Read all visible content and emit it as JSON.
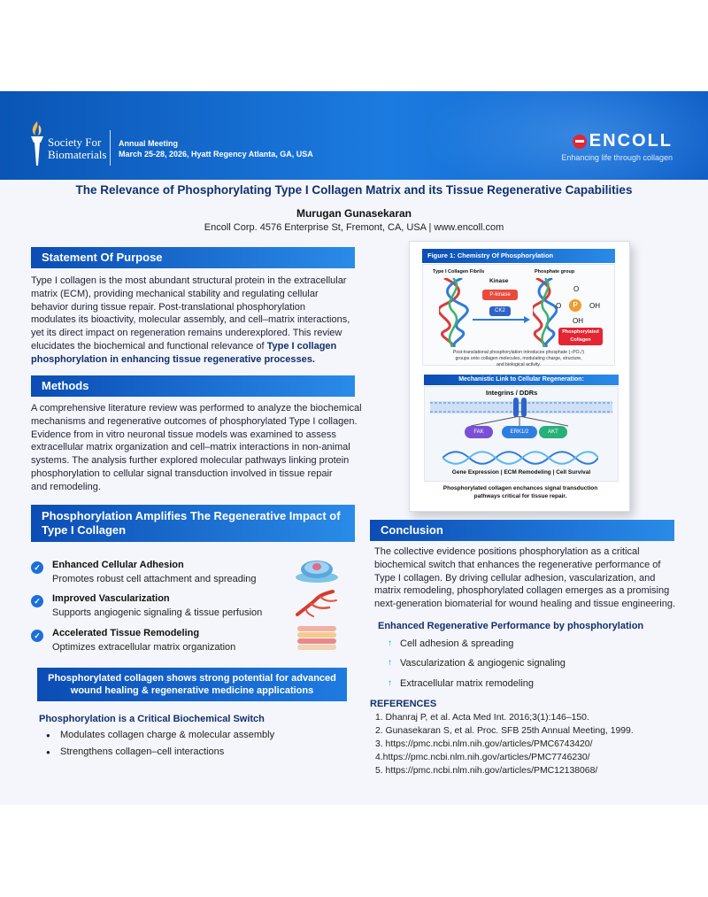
{
  "header": {
    "society_name_line1": "Society For",
    "society_name_line2": "Biomaterials",
    "meeting_title": "Annual Meeting",
    "meeting_details": "March 25-28, 2026, Hyatt Regency Atlanta, GA, USA",
    "encoll_logo": "ENCOLL",
    "encoll_tagline": "Enhancing life through collagen"
  },
  "title": "The Relevance of Phosphorylating Type I Collagen Matrix  and its Tissue Regenerative Capabilities",
  "author": "Murugan Gunasekaran",
  "affiliation": "Encoll Corp. 4576 Enterprise St, Fremont, CA, USA | www.encoll.com",
  "purpose": {
    "heading": "Statement Of Purpose",
    "lines": [
      "Type I collagen is the most abundant structural protein in the extracellular",
      "matrix (ECM), providing mechanical stability and regulating cellular",
      "behavior during tissue repair. Post-translational phosphorylation",
      "modulates its bioactivity, molecular assembly, and cell–matrix interactions,",
      "yet its direct  impact on regeneration remains underexplored. This review",
      "elucidates the biochemical and functional relevance of "
    ],
    "highlight_a": "Type I collagen",
    "highlight_b": "phosphorylation in enhancing tissue regenerative processes."
  },
  "methods": {
    "heading": "Methods",
    "lines": [
      "A comprehensive literature review was performed to analyze the  biochemical",
      "mechanisms and regenerative outcomes of phosphorylated  Type I collagen.",
      "Evidence from in vitro neuronal tissue models was examined to assess",
      "extracellular matrix organization and cell–matrix interactions in non-animal",
      "systems. The analysis further explored molecular pathways linking protein",
      "phosphorylation to cellular signal transduction involved in tissue repair",
      "and remodeling."
    ]
  },
  "amplifies": {
    "heading_line1": "Phosphorylation Amplifies The Regenerative Impact of",
    "heading_line2": "Type I Collagen",
    "features": [
      {
        "title": "Enhanced Cellular Adhesion",
        "desc": "Promotes robust cell attachment  and spreading"
      },
      {
        "title": "Improved Vascularization",
        "desc": "Supports angiogenic signaling & tissue perfusion"
      },
      {
        "title": "Accelerated Tissue Remodeling",
        "desc": "Optimizes extracellular matrix organization"
      }
    ],
    "banner_line1": "Phosphorylated collagen shows strong potential for advanced",
    "banner_line2": "wound healing &  regenerative medicine applications",
    "switch_heading": "Phosphorylation is a Critical Biochemical Switch",
    "switch_items": [
      "Modulates collagen charge & molecular assembly",
      "Strengthens collagen–cell interactions"
    ]
  },
  "figure": {
    "title": "Figure 1: Chemistry Of Phosphorylation",
    "fibrils_label": "Type I Collagen Fibrils",
    "kinase_label": "Kinase",
    "pkinase": "P-kinase",
    "ck2": "CK2",
    "phosphate_label": "Phosphate group",
    "atom_o": "O",
    "atom_p": "P",
    "atom_oh": "OH",
    "phos_collagen_1": "Phosphorylated",
    "phos_collagen_2": "Collagen",
    "desc_1": "Post-translational phosphorylation introduces phosphate (–PO₄²)",
    "desc_2": "groups onto collagen molecules, modulating charge, structure,",
    "desc_3": "and biological activity.",
    "mech_title": "Mechanistic Link to Cellular Regeneration:",
    "integrins": "Integrins / DDRs",
    "fak": "FAK",
    "erk": "ERK1/2",
    "akt": "AKT",
    "outcomes": "Gene Expression | ECM Remodeling | Cell Survival",
    "caption_1": "Phosphorylated collagen enchances signal transduction",
    "caption_2": "pathways critical for tissue repair.",
    "colors": {
      "fak": "#7a4fd6",
      "erk": "#2f7fe0",
      "akt": "#27b07a",
      "pkinase": "#e84b3c",
      "ck2": "#2f63c9"
    }
  },
  "conclusion": {
    "heading": "Conclusion",
    "lines": [
      "The collective evidence positions phosphorylation as a critical",
      "biochemical switch that enhances the regenerative performance of",
      "Type I collagen. By driving cellular adhesion, vascularization, and",
      "matrix remodeling, phosphorylated collagen emerges as a promising",
      "next-generation biomaterial for wound healing and tissue engineering."
    ],
    "perf_heading": "Enhanced Regenerative Performance by phosphorylation",
    "perf_items": [
      "Cell adhesion & spreading",
      "Vascularization & angiogenic signaling",
      "Extracellular matrix remodeling"
    ]
  },
  "references": {
    "heading": "REFERENCES",
    "items": [
      "1. Dhanraj P, et al. Acta Med Int. 2016;3(1):146–150.",
      "2. Gunasekaran S, et al. Proc. SFB 25th Annual Meeting, 1999.",
      "3. https://pmc.ncbi.nlm.nih.gov/articles/PMC6743420/",
      "4.https://pmc.ncbi.nlm.nih.gov/articles/PMC7746230/",
      "5. https://pmc.ncbi.nlm.nih.gov/articles/PMC12138068/"
    ]
  }
}
